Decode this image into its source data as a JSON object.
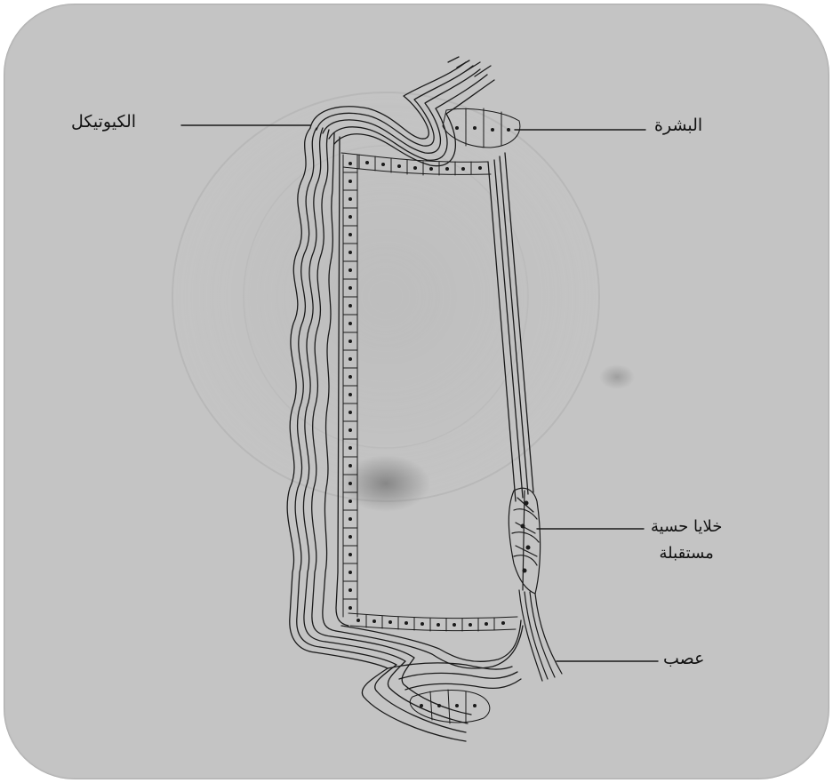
{
  "labels": {
    "cuticle": "الكيوتيكل",
    "epidermis": "البشرة",
    "sensory_cells_line1": "خلايا حسية",
    "sensory_cells_line2": "مستقبلة",
    "nerve": "عصب"
  },
  "colors": {
    "paper": "#c4c4c4",
    "ink": "#1a1a1a"
  }
}
